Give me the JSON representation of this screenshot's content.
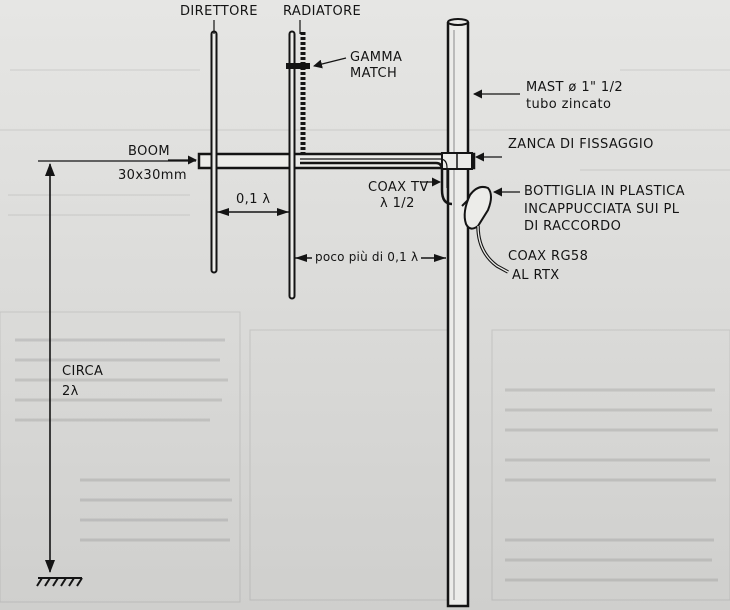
{
  "labels": {
    "direttore": "DIRETTORE",
    "radiatore": "RADIATORE",
    "gamma_line1": "GAMMA",
    "gamma_line2": "MATCH",
    "mast_line1": "MAST ø 1\" 1/2",
    "mast_line2": "tubo zincato",
    "boom_line1": "BOOM",
    "boom_line2": "30x30mm",
    "zanca": "ZANCA DI FISSAGGIO",
    "coax_tv_line1": "COAX TV",
    "coax_tv_line2": "λ 1/2",
    "bottiglia_line1": "BOTTIGLIA IN PLASTICA",
    "bottiglia_line2": "INCAPPUCCIATA SUI PL",
    "bottiglia_line3": "DI RACCORDO",
    "spacing_01": "0,1 λ",
    "spacing_poco": "poco più di 0,1 λ",
    "coax_rg58_line1": "COAX RG58",
    "coax_rg58_line2": "AL RTX",
    "circa_line1": "CIRCA",
    "circa_line2": "2λ"
  },
  "colors": {
    "ink": "#141414",
    "paper": "#dcdcda",
    "mast_fill": "#ecece9"
  }
}
